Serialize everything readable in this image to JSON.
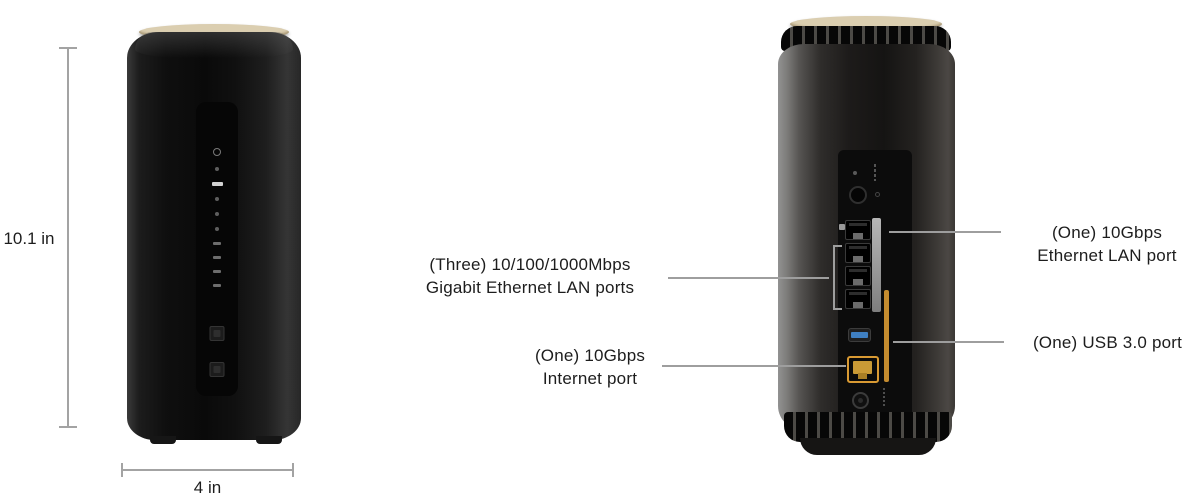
{
  "dimensions": {
    "height_label": "10.1 in",
    "width_label": "4 in"
  },
  "callouts": {
    "gigabit_lan": {
      "line1": "(Three) 10/100/1000Mbps",
      "line2": "Gigabit Ethernet LAN ports"
    },
    "internet": {
      "line1": "(One) 10Gbps",
      "line2": "Internet port"
    },
    "ten_g_lan": {
      "line1": "(One) 10Gbps",
      "line2": "Ethernet LAN port"
    },
    "usb": {
      "line1": "(One) USB 3.0 port"
    }
  },
  "ports": {
    "gigabit_lan_count": 3,
    "ten_g_lan_count": 1,
    "internet_count": 1,
    "usb_count": 1
  },
  "colors": {
    "text": "#1d1d1d",
    "leader_line": "#9e9e9e",
    "internet_port_yellow": "#d99a33",
    "usb_blue": "#3f7fc1",
    "top_disc_cream": "#dbceb0"
  }
}
